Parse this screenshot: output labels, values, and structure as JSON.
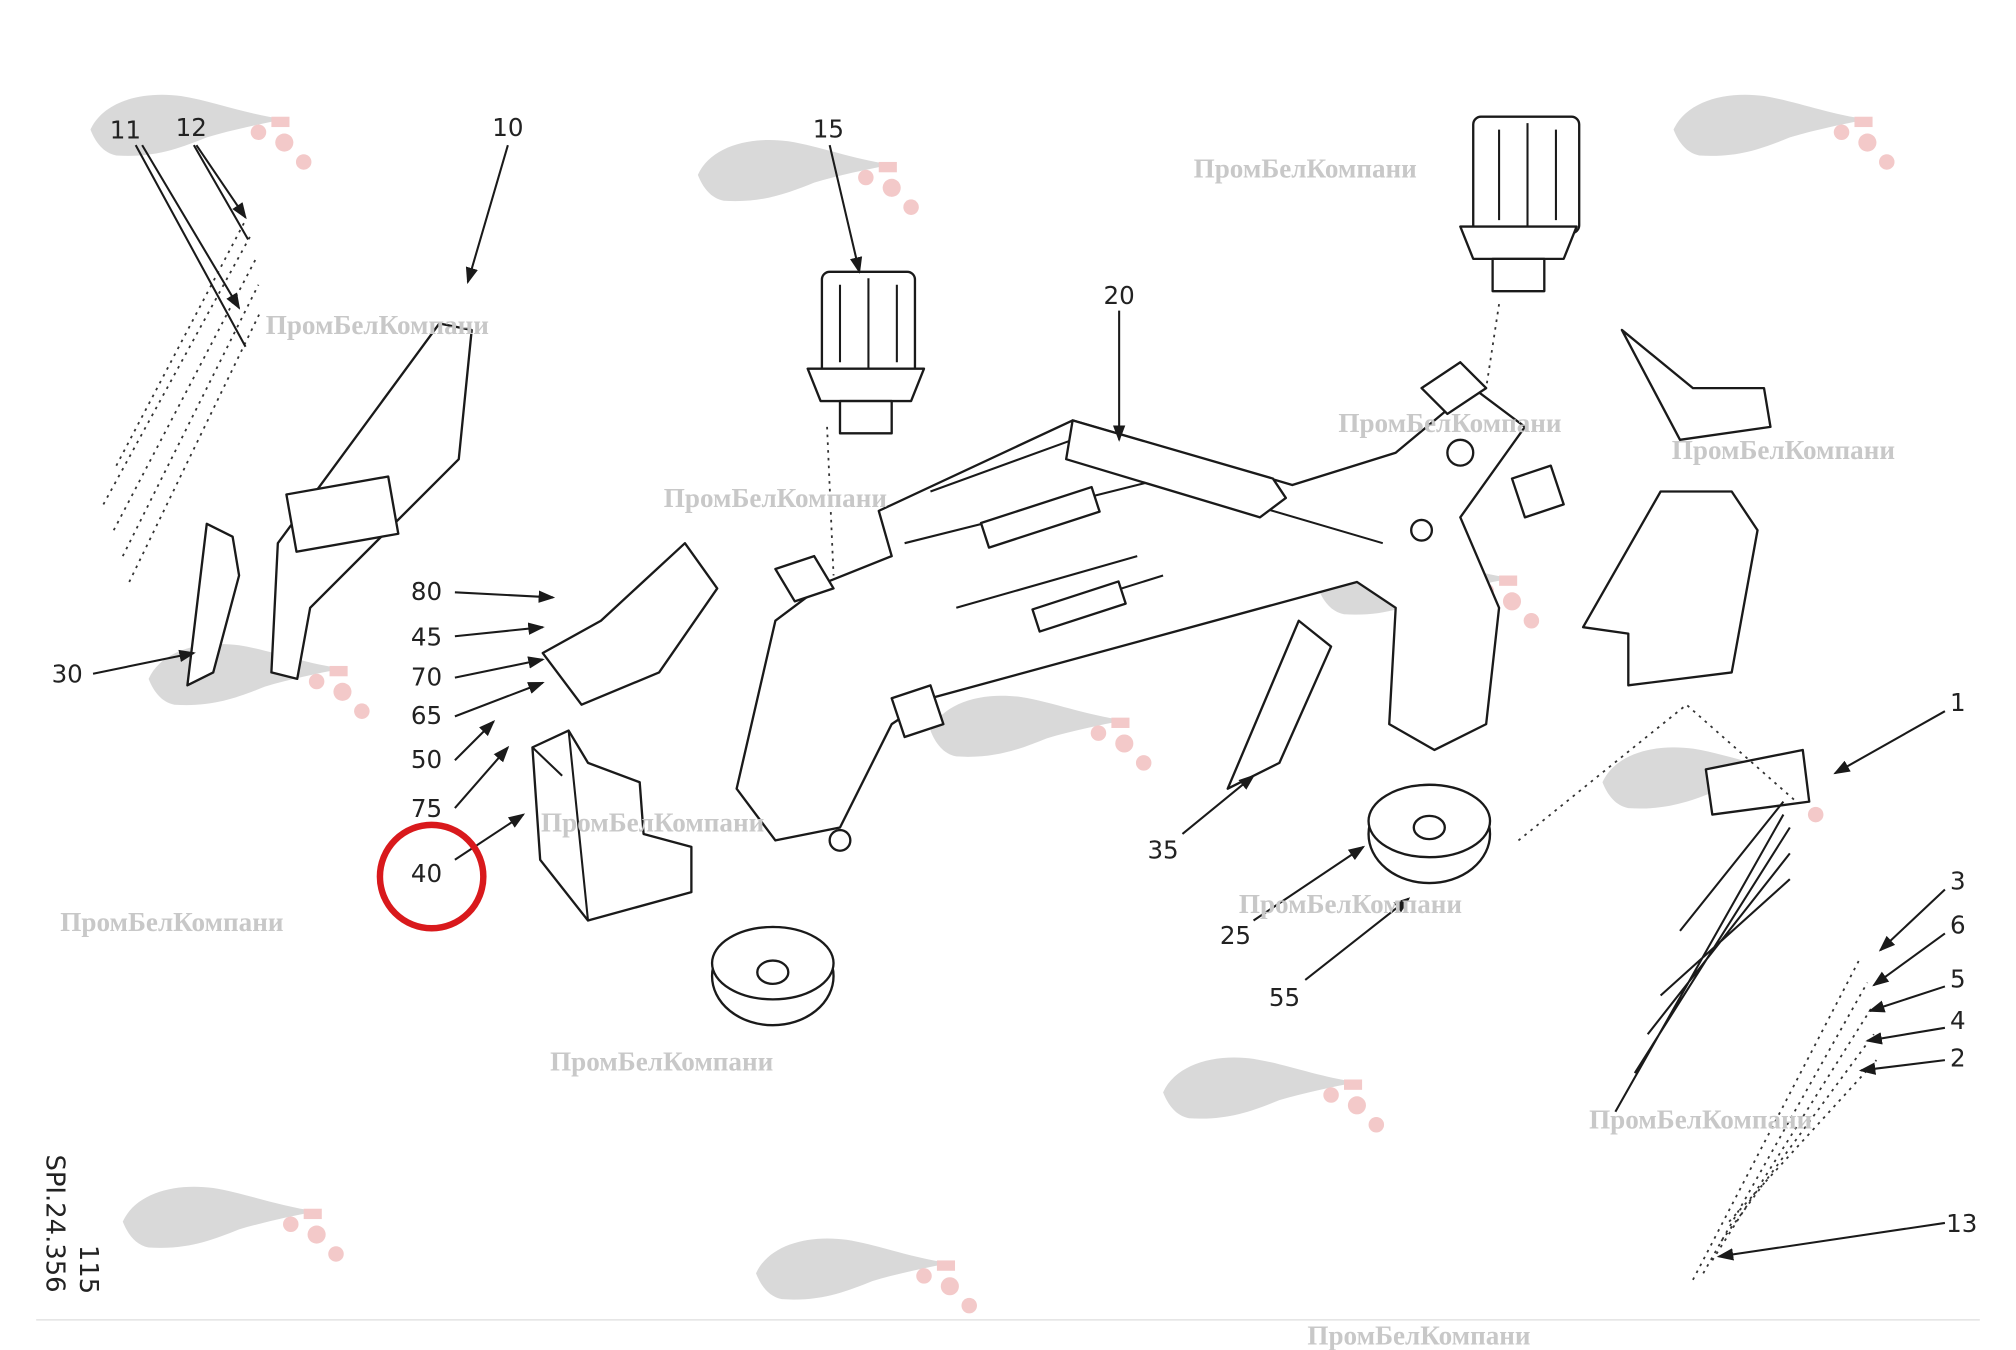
{
  "drawing": {
    "code": "SPI.24.356",
    "page": "115",
    "watermark": "ПромБелКомпани",
    "highlight_color": "#d9191c",
    "highlighted_label": "40"
  },
  "labels": {
    "l1": "1",
    "l2": "2",
    "l3": "3",
    "l4": "4",
    "l5": "5",
    "l6": "6",
    "l10": "10",
    "l11": "11",
    "l12": "12",
    "l13": "13",
    "l15": "15",
    "l20": "20",
    "l25": "25",
    "l30": "30",
    "l35": "35",
    "l40": "40",
    "l45": "45",
    "l50": "50",
    "l55": "55",
    "l65": "65",
    "l70": "70",
    "l75": "75",
    "l80": "80"
  }
}
